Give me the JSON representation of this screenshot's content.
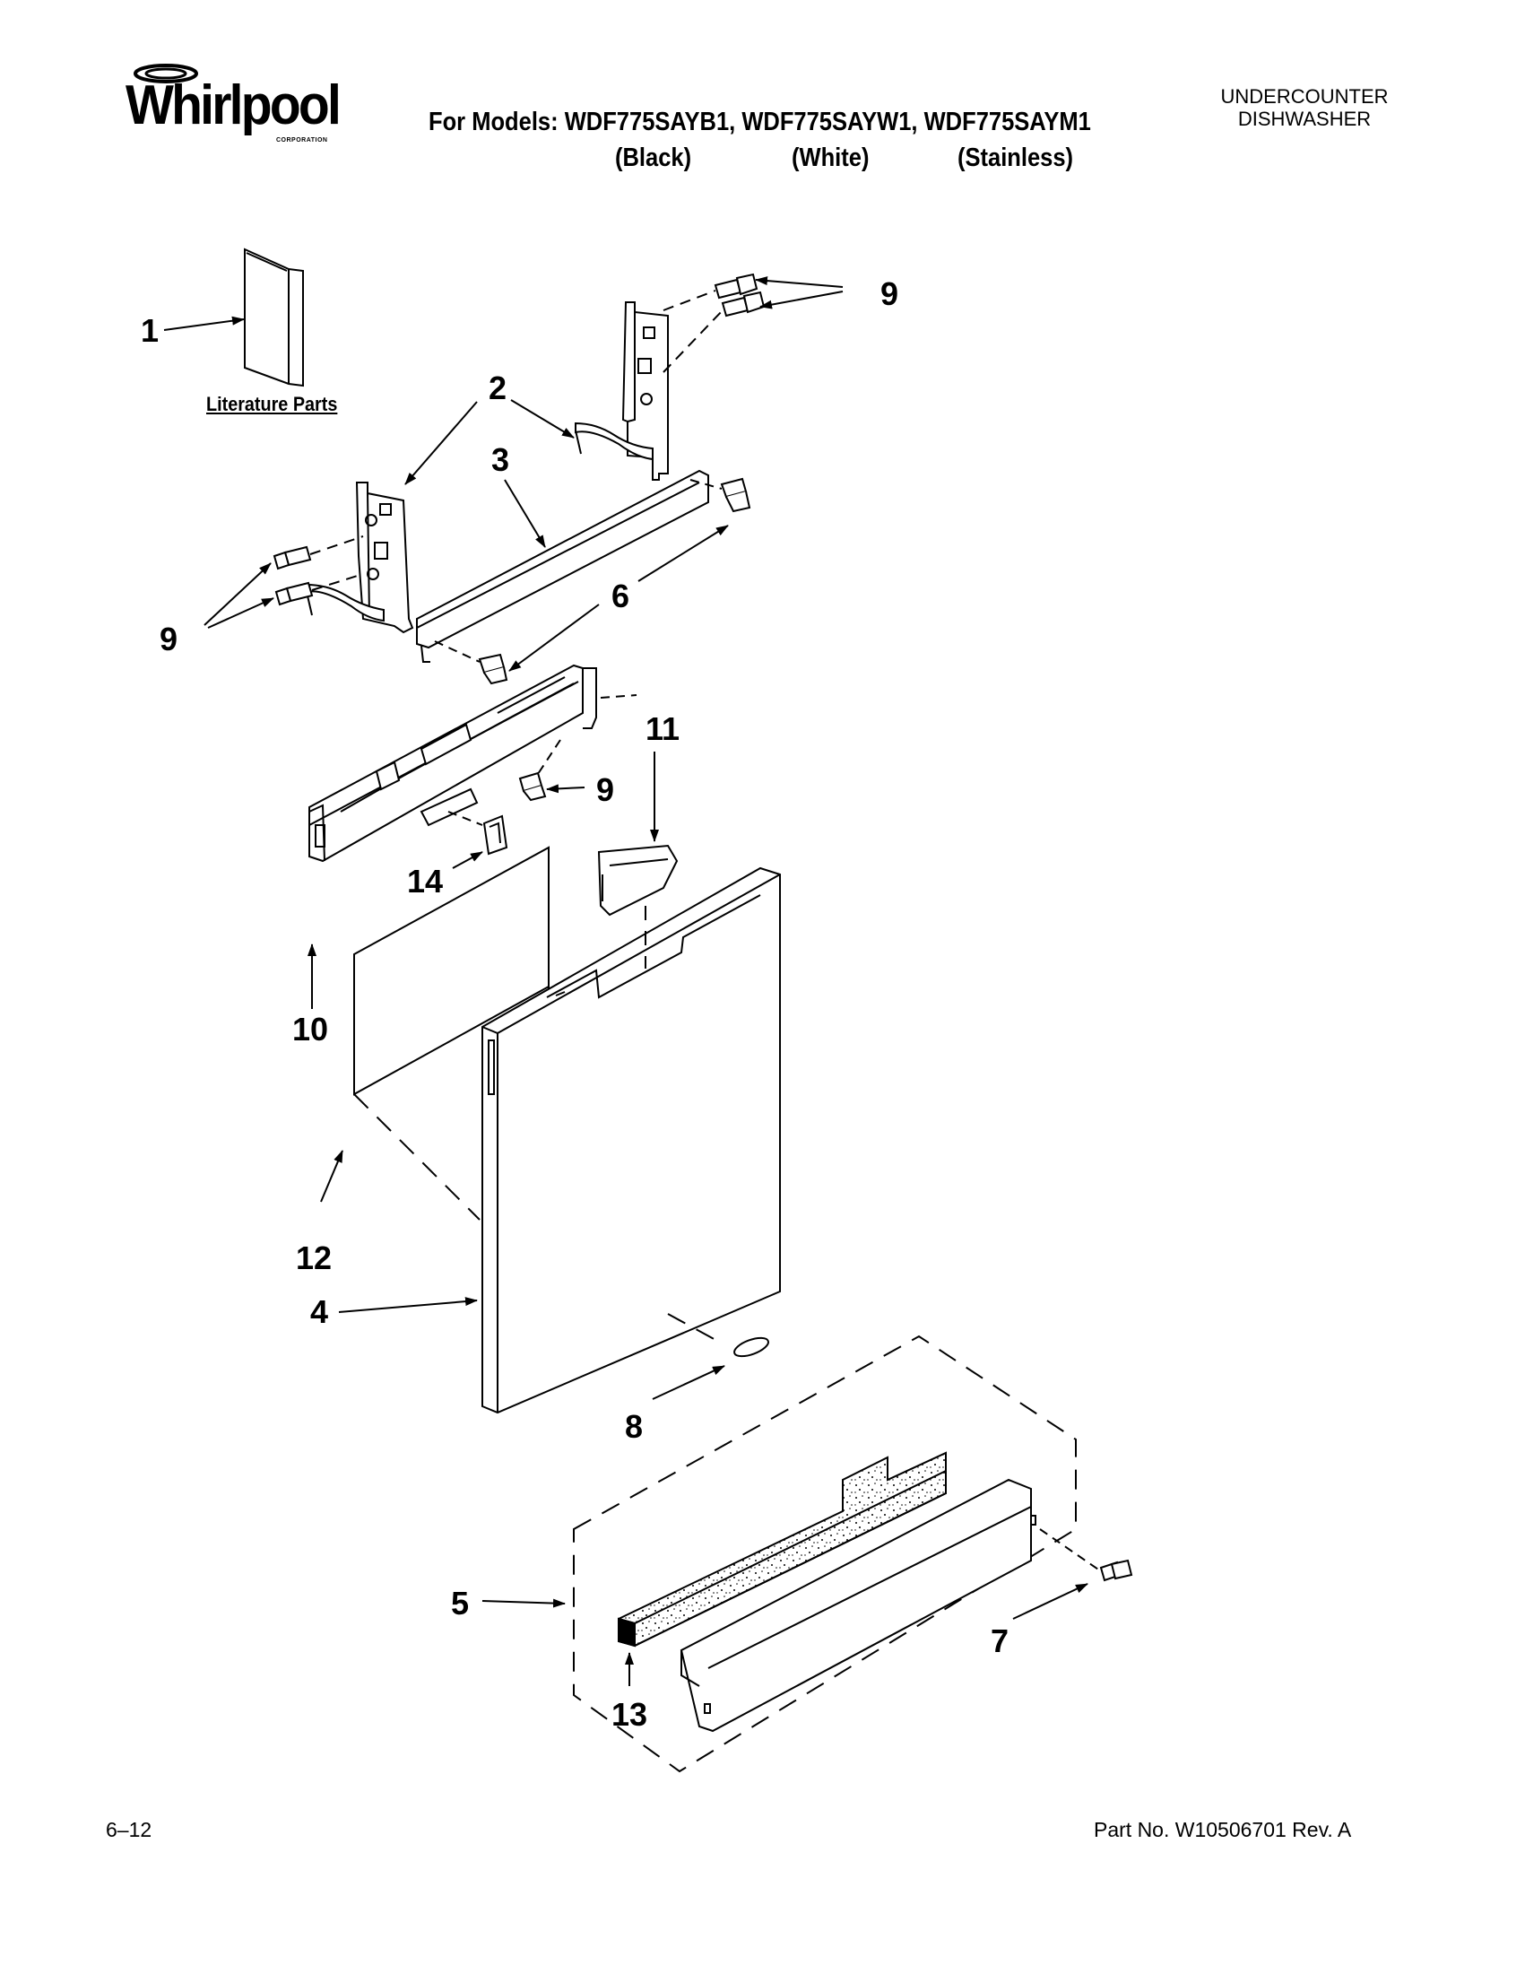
{
  "header": {
    "brand": "Whirlpool",
    "brand_sub": "CORPORATION",
    "models_line": "For Models: WDF775SAYB1, WDF775SAYW1, WDF775SAYM1",
    "variants": [
      "(Black)",
      "(White)",
      "(Stainless)"
    ],
    "product_line1": "UNDERCOUNTER",
    "product_line2": "DISHWASHER"
  },
  "diagram": {
    "literature_label": "Literature Parts",
    "callouts": {
      "c1": "1",
      "c2": "2",
      "c3": "3",
      "c4": "4",
      "c5": "5",
      "c6": "6",
      "c7": "7",
      "c8": "8",
      "c9a": "9",
      "c9b": "9",
      "c9c": "9",
      "c10": "10",
      "c11": "11",
      "c12": "12",
      "c13": "13",
      "c14": "14"
    }
  },
  "footer": {
    "date_code": "6–12",
    "part_no": "Part No. W10506701 Rev. A"
  }
}
